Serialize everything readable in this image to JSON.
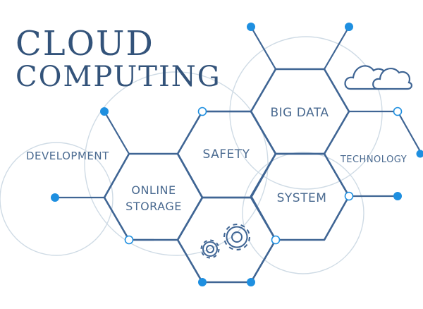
{
  "title": {
    "line1": "CLOUD",
    "line2": "COMPUTING"
  },
  "labels": {
    "development": "DEVELOPMENT",
    "online": "ONLINE",
    "storage": "STORAGE",
    "safety": "SAFETY",
    "big_data": "BIG DATA",
    "technology": "TECHNOLOGY",
    "system": "SYSTEM"
  },
  "icons": {
    "clouds": "cloud-icon",
    "gears": "gear-icon"
  },
  "colors": {
    "line": "#3f6594",
    "dot": "#1e8fe0",
    "circle": "#cfdbe5",
    "title": "#33537a"
  }
}
